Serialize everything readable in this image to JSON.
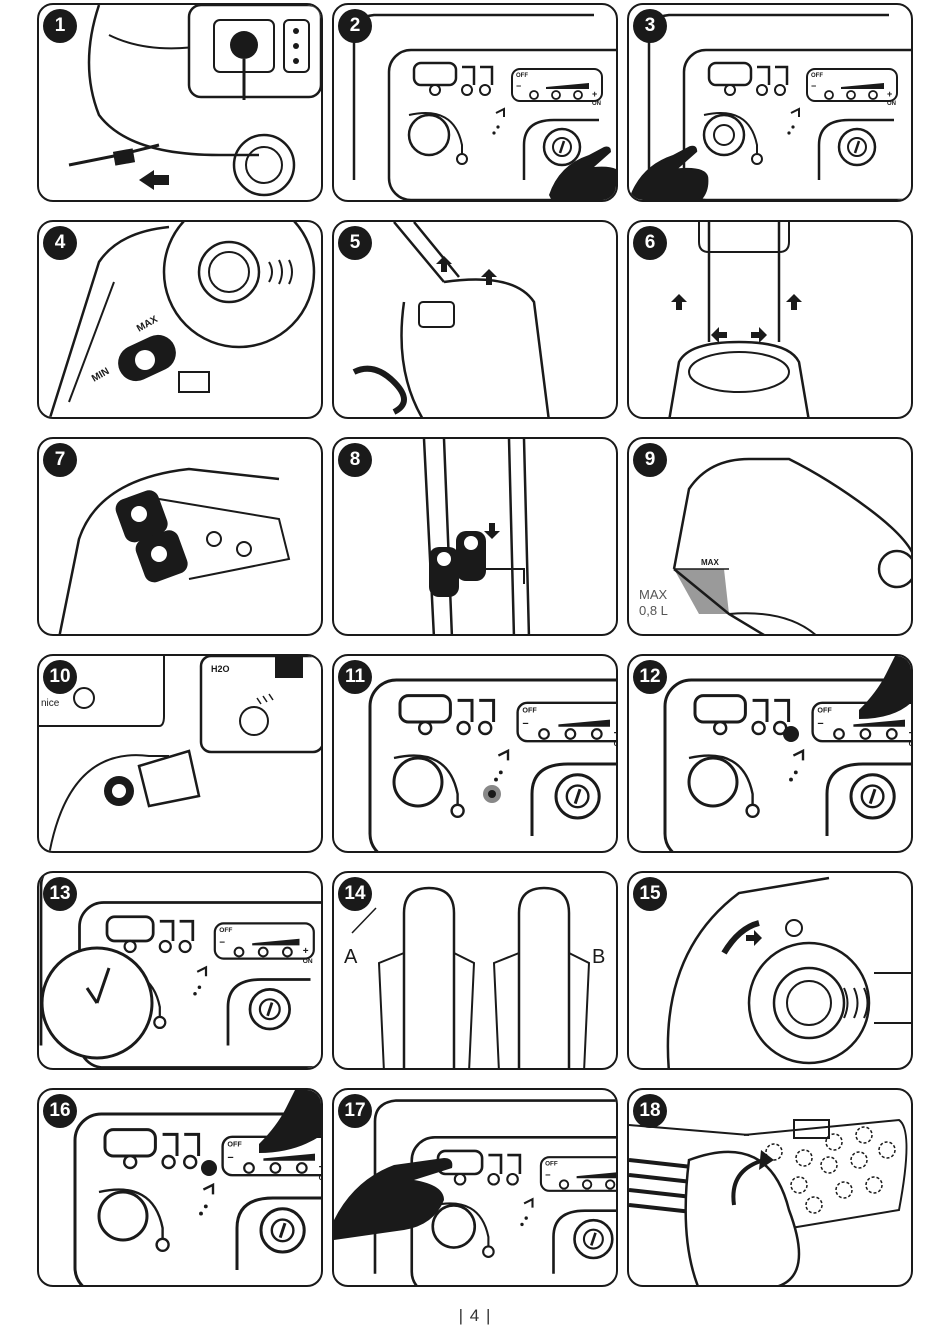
{
  "steps": [
    {
      "number": "1"
    },
    {
      "number": "2"
    },
    {
      "number": "3"
    },
    {
      "number": "4",
      "labels": {
        "min": "MIN",
        "max": "MAX"
      }
    },
    {
      "number": "5"
    },
    {
      "number": "6"
    },
    {
      "number": "7"
    },
    {
      "number": "8"
    },
    {
      "number": "9",
      "labels": {
        "max_mark": "MAX",
        "capacity_line1": "MAX",
        "capacity_line2": "0,8 L"
      }
    },
    {
      "number": "10",
      "labels": {
        "h2o": "H2O",
        "brand_fragment": "nice"
      }
    },
    {
      "number": "11"
    },
    {
      "number": "12"
    },
    {
      "number": "13"
    },
    {
      "number": "14",
      "labels": {
        "a": "A",
        "b": "B"
      }
    },
    {
      "number": "15"
    },
    {
      "number": "16"
    },
    {
      "number": "17"
    },
    {
      "number": "18"
    }
  ],
  "control_panel": {
    "off": "OFF",
    "on": "ON",
    "minus": "−",
    "plus": "+"
  },
  "page_number": "| 4 |"
}
